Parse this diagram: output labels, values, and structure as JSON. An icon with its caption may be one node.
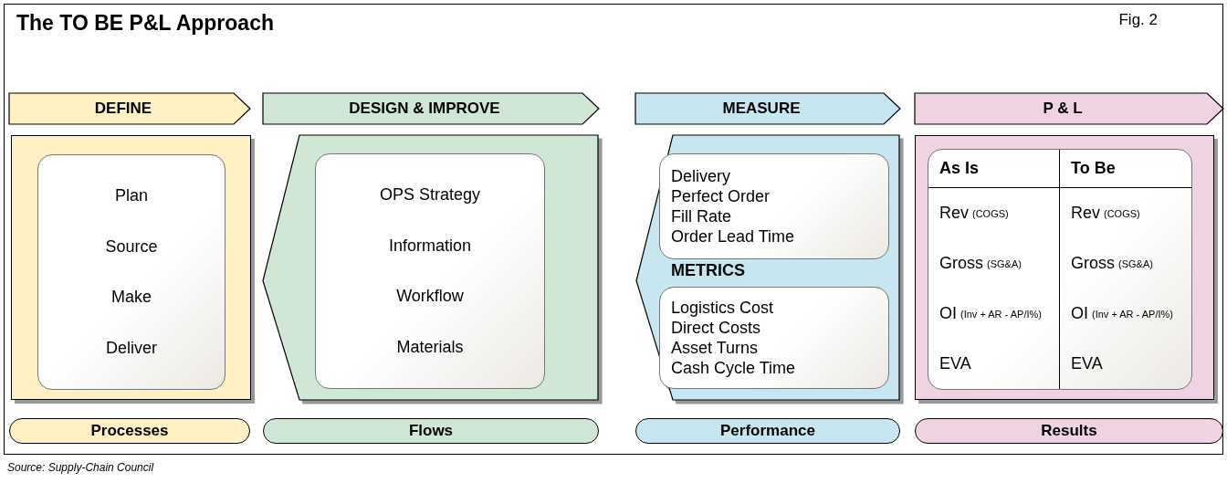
{
  "diagram": {
    "title": "The TO BE P&L Approach",
    "nodes": [
      {
        "text": [
          "DEFINE"
        ]
      },
      {
        "text": [
          "DESIGN & IMPROVE"
        ]
      },
      {
        "text": [
          "MEASURE"
        ]
      },
      {
        "text": [
          "P & L"
        ]
      },
      {
        "text": [],
        "shape": "box"
      },
      {
        "text": [
          "Plan",
          "Source",
          "Make",
          "Deliver"
        ],
        "in": 4
      },
      {
        "text": [],
        "shape": "arrow"
      },
      {
        "text": [
          "OPS Strategy",
          "Information",
          "Workflow",
          "Materials"
        ],
        "in": 6
      },
      {
        "text": [
          "METRICS"
        ]
      },
      {
        "text": [
          "Delivery",
          "Perfect Order",
          "Fill Rate",
          "Order Lead Time"
        ],
        "in": 8
      },
      {
        "text": [
          "Logistics Cost",
          "Direct Costs",
          "Asset Turns",
          "Cash Cycle Time"
        ],
        "in": 8
      },
      {
        "text": [],
        "shape": "box"
      },
      {
        "text": [
          "As Is",
          "To Be",
          "Rev (COGS)",
          "Rev (COGS)",
          "Gross (SG&A)",
          "Gross (SG&A)",
          "OI (Inv + AR - AP/I%)",
          "OI (Inv + AR - AP/I%)",
          "EVA",
          "EVA"
        ],
        "in": 11
      },
      {
        "text": [
          "Processes"
        ]
      },
      {
        "text": [
          "Flows"
        ]
      },
      {
        "text": [
          "Performance"
        ]
      },
      {
        "text": [
          "Results"
        ]
      }
    ],
    "labels": [
      "Fig. 2"
    ],
    "caption": "Source: Supply-Chain Council"
  }
}
